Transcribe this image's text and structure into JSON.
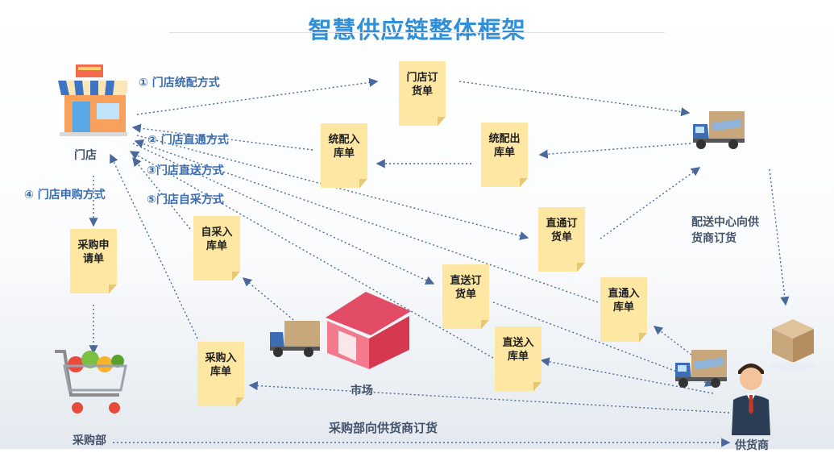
{
  "title": "智慧供应链整体框架",
  "nodes": {
    "store": "门店",
    "market": "市场",
    "purchasing": "采购部",
    "supplier": "供货商"
  },
  "methods": {
    "m1": "① 门店统配方式",
    "m2": "② 门店直通方式",
    "m3": "③门店直送方式",
    "m4": "④ 门店申购方式",
    "m5": "⑤门店自采方式"
  },
  "notes": {
    "store_order": "门店订货单",
    "dist_in": "统配入库单",
    "dist_out": "统配出库单",
    "direct_order": "直通订货单",
    "self_in": "自采入库单",
    "ship_order": "直送订货单",
    "through_in": "直通入库单",
    "ship_in": "直送入库单",
    "purchase_req": "采购申请单",
    "purchase_in": "采购入库单"
  },
  "labels": {
    "dc_to_supplier": "配送中心向供货商订货",
    "purch_to_supplier": "采购部向供货商订货"
  },
  "icons": [
    "store-icon",
    "truck-icon",
    "market-icon",
    "shopping-cart-icon",
    "businessman-icon",
    "box-icon"
  ]
}
